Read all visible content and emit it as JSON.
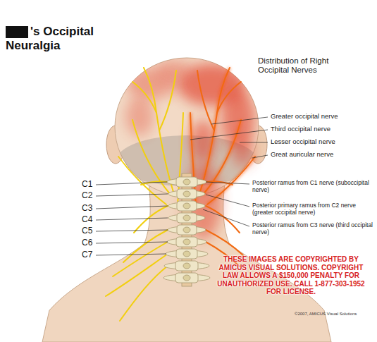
{
  "diagram": {
    "title": "'s Occipital Neuralgia",
    "labels": [
      "Distribution of Right Occipital Nerves",
      "Greater occipital nerve",
      "Third occipital nerve",
      "Lesser occipital nerve",
      "Great auricular nerve",
      "Posterior ramus from C1 nerve (suboccipital nerve)",
      "Posterior primary ramus from C2 nerve (greater occipital nerve)",
      "Posterior ramus from C3 nerve (third occipital nerve)",
      "C1",
      "C2",
      "C3",
      "C4",
      "C5",
      "C6",
      "C7",
      "THESE IMAGES ARE COPYRIGHTED BY AMICUS VISUAL SOLUTIONS. COPYRIGHT LAW ALLOWS A $150,000 PENALTY FOR UNAUTHORIZED USE. CALL 1-877-303-1952 FOR LICENSE.",
      "©2007, AMICUS Visual Solutions"
    ]
  }
}
